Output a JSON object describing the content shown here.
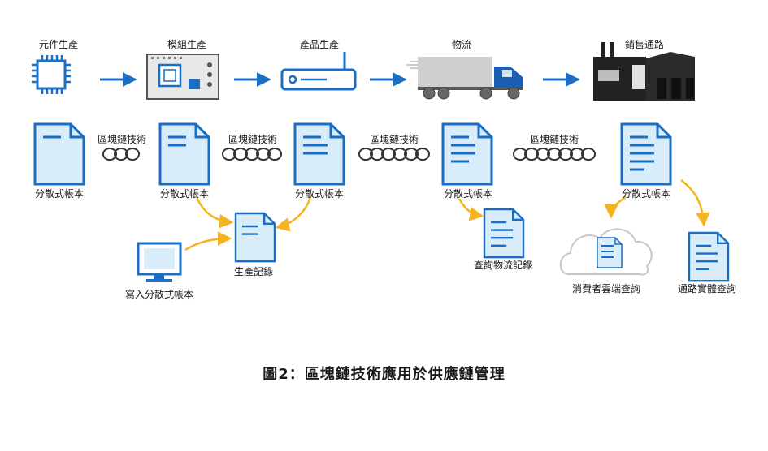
{
  "stages": [
    {
      "label": "元件生產",
      "icon": "chip-icon"
    },
    {
      "label": "模組生產",
      "icon": "circuit-board-icon"
    },
    {
      "label": "產品生產",
      "icon": "router-icon"
    },
    {
      "label": "物流",
      "icon": "truck-icon"
    },
    {
      "label": "銷售通路",
      "icon": "factory-icon"
    }
  ],
  "ledger_label": "分散式帳本",
  "blockchain_label": "區塊鏈技術",
  "records": {
    "write": "寫入分散式帳本",
    "production": "生產記錄",
    "logistics_query": "查詢物流記錄",
    "consumer_query": "消費者雲端查詢",
    "channel_query": "通路實體查詢"
  },
  "caption": "圖2：區塊鏈技術應用於供應鏈管理",
  "colors": {
    "blue": "#1a6fc4",
    "doc_fill": "#d9ecfa",
    "arrow_orange": "#f5b320",
    "truck_gray": "#c9c9c9",
    "truck_cab": "#1a5fb4"
  }
}
